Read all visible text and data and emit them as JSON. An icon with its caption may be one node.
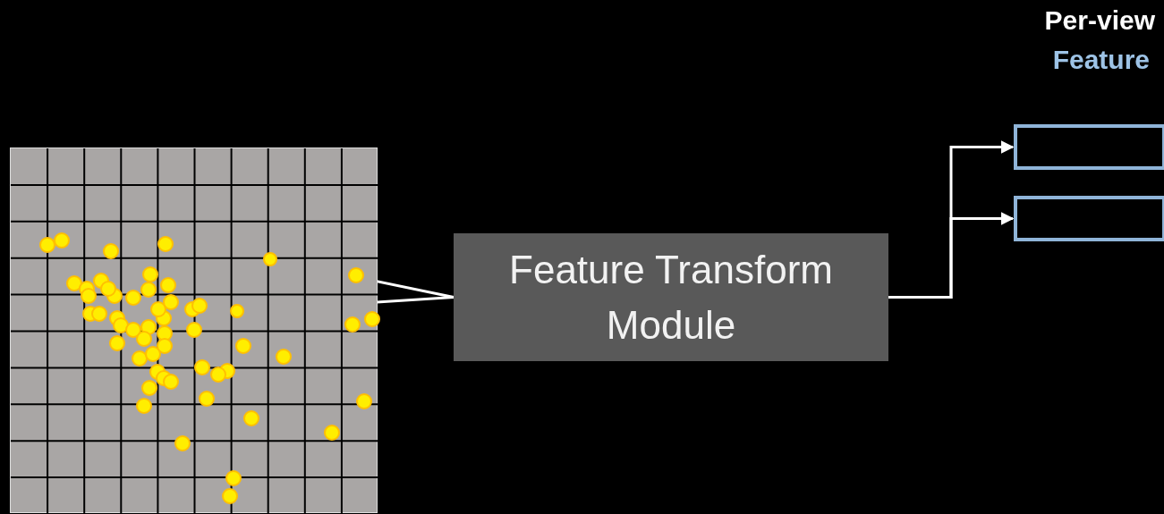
{
  "diagram": {
    "nodes": [
      {
        "text": [],
        "shape": "picture"
      },
      {
        "text": [],
        "shape": "circle",
        "in": 0
      },
      {
        "text": [],
        "shape": "circle",
        "in": 0
      },
      {
        "text": [
          "Feature Transform Module"
        ]
      },
      {
        "text": [],
        "shape": "box"
      },
      {
        "text": [],
        "shape": "box"
      }
    ],
    "edges": [
      {
        "from": 1,
        "to": 3,
        "arrow": "none"
      },
      {
        "from": 2,
        "to": 3,
        "arrow": "none"
      },
      {
        "from": 3,
        "to": 4,
        "arrow": "to"
      },
      {
        "from": 3,
        "to": 5,
        "arrow": "to"
      }
    ],
    "labels": [
      "Per-view",
      "Feature"
    ]
  }
}
